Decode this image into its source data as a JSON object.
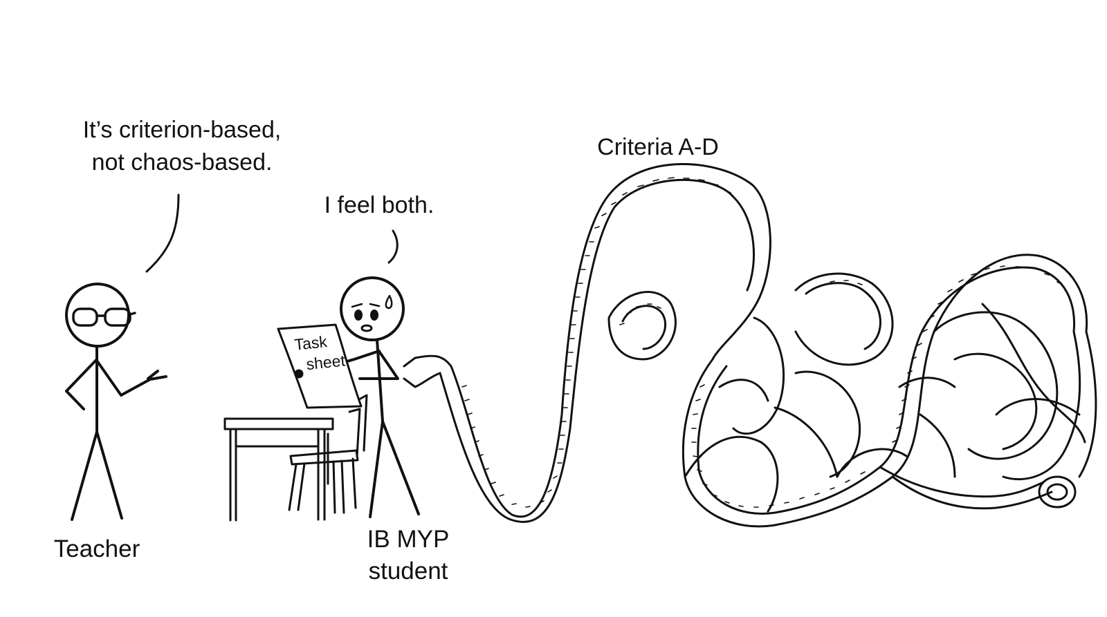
{
  "comic": {
    "teacher_speech_line1": "It’s criterion-based,",
    "teacher_speech_line2": "not chaos-based.",
    "student_speech": "I feel both.",
    "criteria_label": "Criteria A-D",
    "teacher_label": "Teacher",
    "student_label_line1": "IB MYP",
    "student_label_line2": "student",
    "task_sheet_line1": "Task",
    "task_sheet_line2": "sheet"
  },
  "colors": {
    "ink": "#111111",
    "paper": "#ffffff",
    "sweat": "#ffffff"
  },
  "icons": {
    "teacher": "stick-figure-with-glasses",
    "student": "stick-figure-worried",
    "scroll": "tangled-paper-scroll",
    "desk": "school-desk",
    "chair": "school-chair"
  }
}
